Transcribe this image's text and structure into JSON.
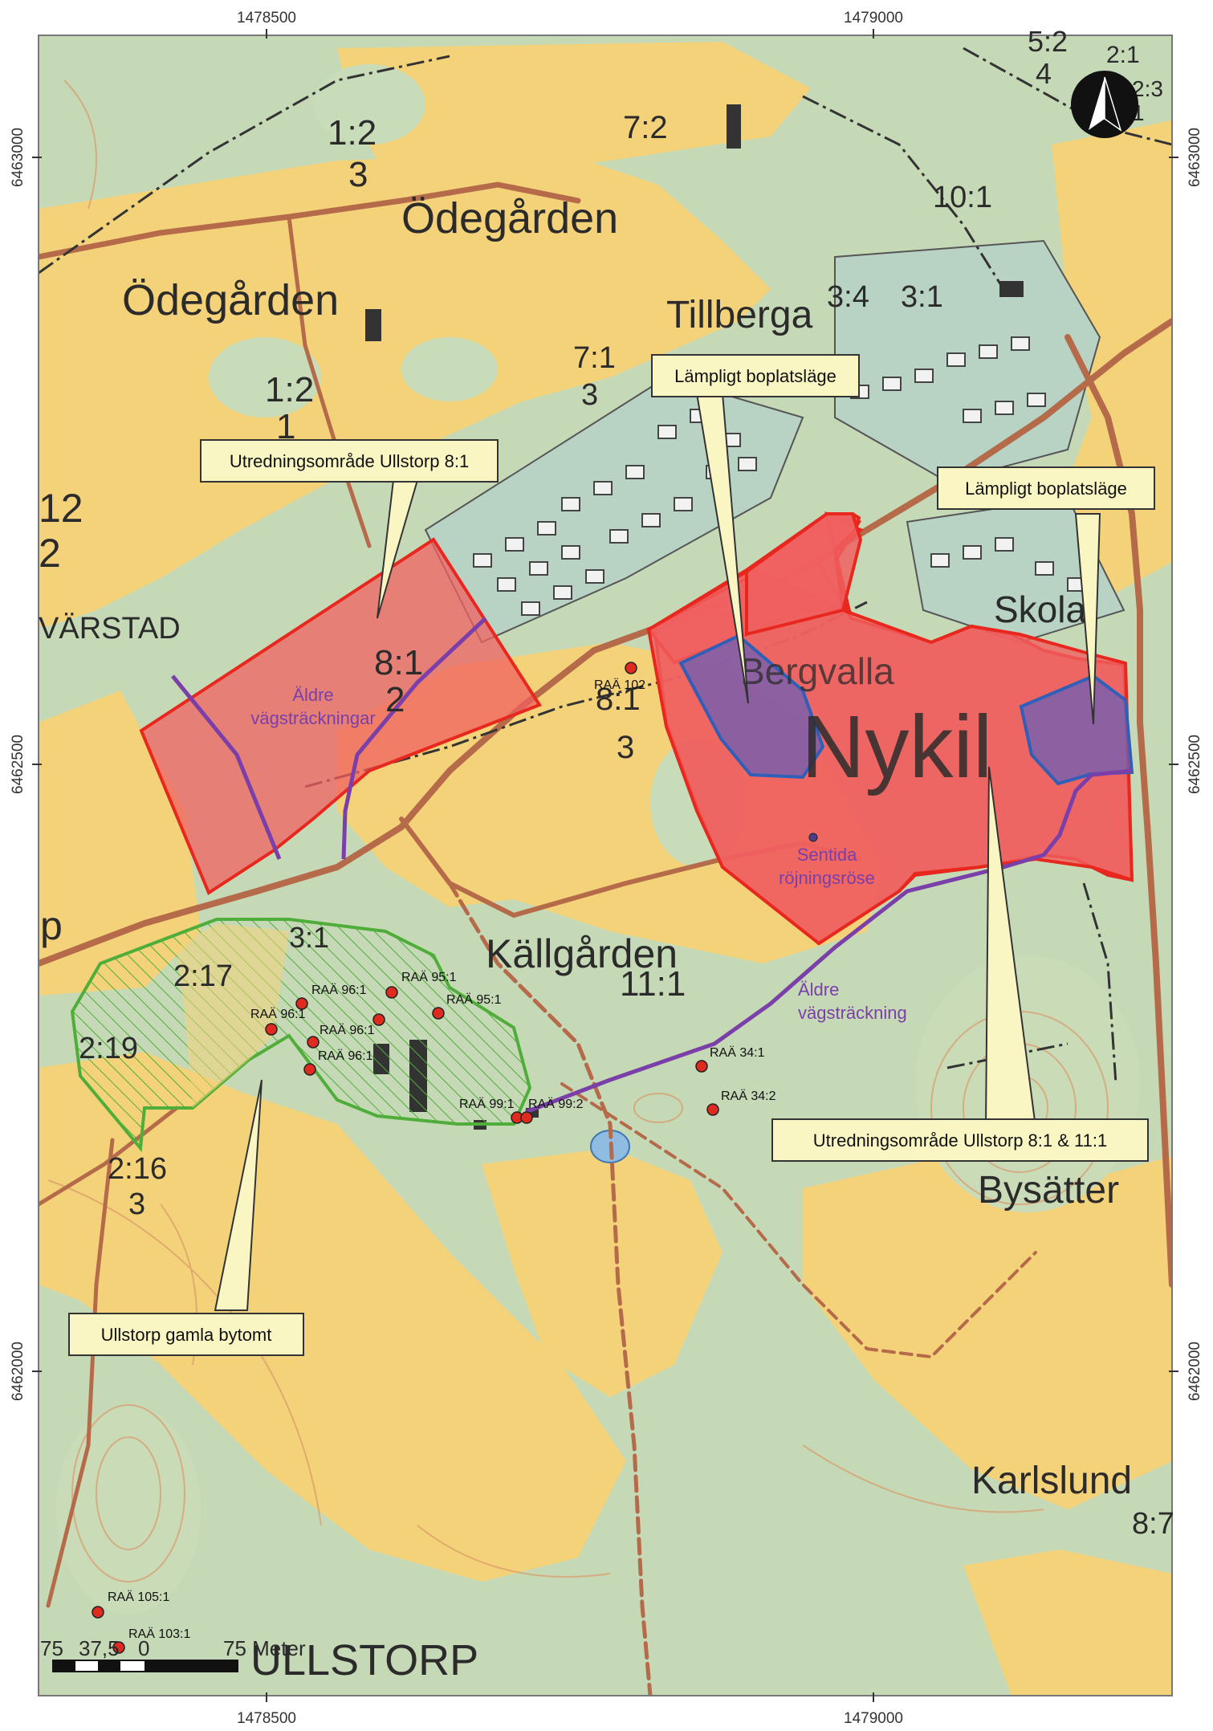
{
  "coordinates": {
    "x_top": [
      "1478500",
      "1479000"
    ],
    "x_bottom": [
      "1478500",
      "1479000"
    ],
    "y_left": [
      "6463000",
      "6462500",
      "6462000"
    ],
    "y_right": [
      "6463000",
      "6462500",
      "6462000"
    ]
  },
  "place_names": {
    "odegarden_1": "Ödegården",
    "odegarden_2": "Ödegården",
    "tillberga": "Tillberga",
    "skola": "Skola",
    "bergvalla": "Bergvalla",
    "nykil": "Nykil",
    "kallgarden": "Källgården",
    "bysatter": "Bysätter",
    "karlslund": "Karlslund",
    "ullstorp": "ULLSTORP",
    "varstad": "VÄRSTAD"
  },
  "parcel_numbers": {
    "p1": "7:2",
    "p2": "1:2",
    "p3": "3",
    "p4": "10:1",
    "p5": "3:4",
    "p6": "3:1",
    "p7": "7:1",
    "p8": "3",
    "p9": "1:2",
    "p10": "1",
    "p11": "12",
    "p12": "2",
    "p13": "8:1",
    "p14": "2",
    "p15": "8:1",
    "p16": "3",
    "p17": "11:1",
    "p18": "2:17",
    "p19": "2:19",
    "p20": "2:16",
    "p21": "3",
    "p22": "8:7",
    "p23": "3:1",
    "p24": "5:2",
    "p25": "4",
    "p26": "2:1",
    "p27": "2:3",
    "p28": "p",
    "p29": "1"
  },
  "callouts": {
    "utredning_81": "Utredningsområde Ullstorp 8:1",
    "boplats_1": "Lämpligt boplatsläge",
    "boplats_2": "Lämpligt boplatsläge",
    "utredning_81_111": "Utredningsområde Ullstorp 8:1 & 11:1",
    "bytomt": "Ullstorp gamla bytomt"
  },
  "annotations": {
    "aldre_vag_1_line1": "Äldre",
    "aldre_vag_1_line2": "vägsträckningar",
    "aldre_vag_2_line1": "Äldre",
    "aldre_vag_2_line2": "vägsträckning",
    "sentida_line1": "Sentida",
    "sentida_line2": "röjningsröse"
  },
  "sites": [
    {
      "id": "s1",
      "label": "RAÄ 102"
    },
    {
      "id": "s2",
      "label": "RAÄ 96:1"
    },
    {
      "id": "s3",
      "label": "RAÄ 95:1"
    },
    {
      "id": "s4",
      "label": "RAÄ 96:1"
    },
    {
      "id": "s5",
      "label": "RAÄ 95:1"
    },
    {
      "id": "s6",
      "label": "RAÄ 96:1"
    },
    {
      "id": "s7",
      "label": "RAÄ 96:1"
    },
    {
      "id": "s8",
      "label": "RAÄ 34:1"
    },
    {
      "id": "s9",
      "label": "RAÄ 34:2"
    },
    {
      "id": "s10",
      "label": "RAÄ 99:1"
    },
    {
      "id": "s11",
      "label": "RAÄ 99:2"
    },
    {
      "id": "s12",
      "label": "RAÄ 105:1"
    },
    {
      "id": "s13",
      "label": "RAÄ 103:1"
    }
  ],
  "scale_bar": {
    "t1": "75",
    "t2": "37,5",
    "t3": "0",
    "t4": "75 Meter"
  },
  "colors": {
    "study_area_fill": "#f06060",
    "study_area_stroke": "#e8271e",
    "settlement_fill": "#6b5fb5",
    "settlement_stroke": "#2f5fb8",
    "village_stroke": "#4fae3a",
    "old_road": "#7a3fa8",
    "site_dot": "#e02a1f",
    "field": "#f4d27a",
    "forest": "#c6d9b6",
    "callout_fill": "#faf6c4"
  }
}
